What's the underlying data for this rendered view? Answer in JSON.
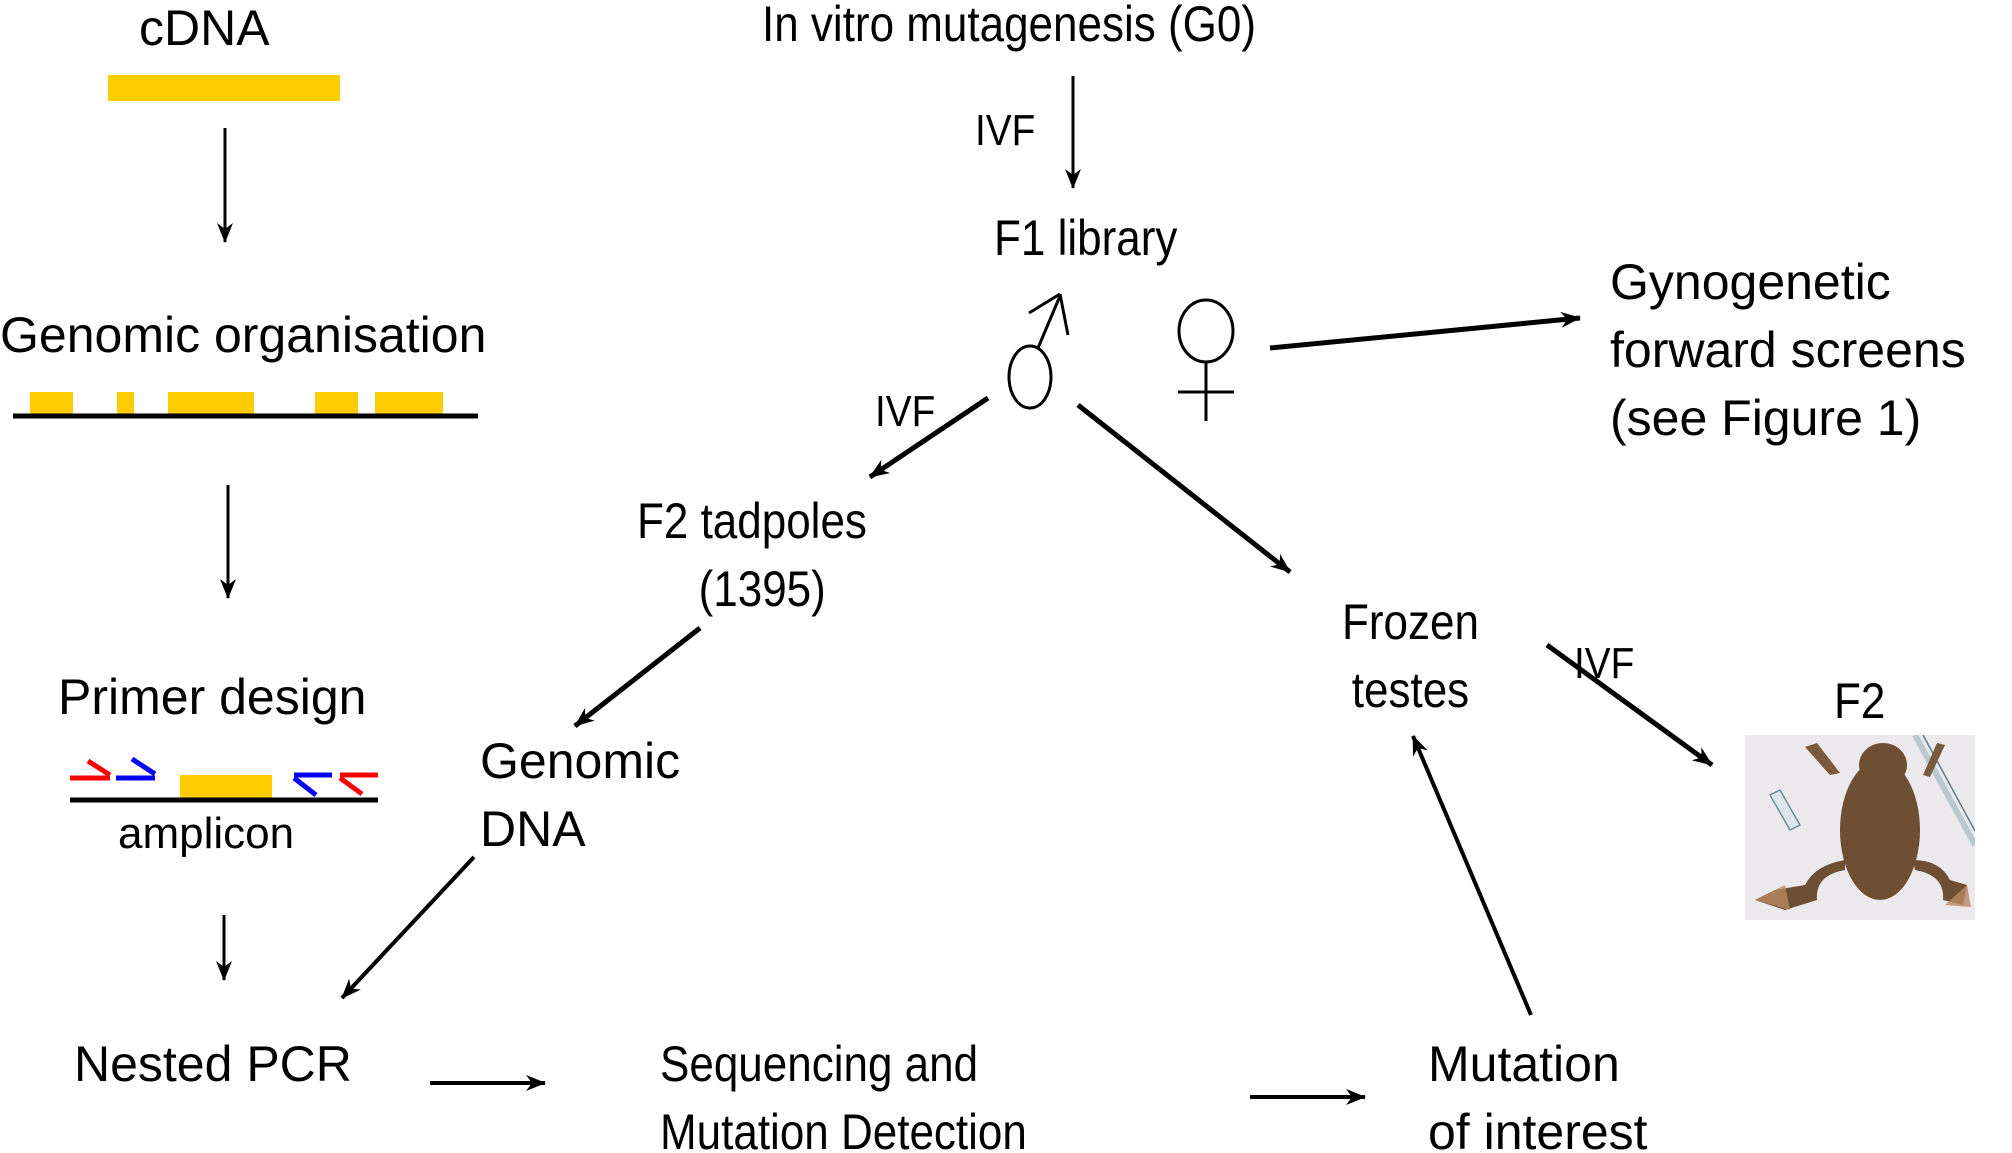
{
  "diagram": {
    "left_pipeline": {
      "cdna": "cDNA",
      "genomic_organisation": "Genomic organisation",
      "primer_design": "Primer design",
      "amplicon": "amplicon",
      "nested_pcr": "Nested PCR"
    },
    "center": {
      "mutagenesis": "In vitro mutagenesis (G0)",
      "ivf_top": "IVF",
      "f1_library": "F1 library",
      "male_symbol": "♂",
      "female_symbol": "♀",
      "ivf_left": "IVF",
      "f2_tadpoles_line1": "F2 tadpoles",
      "f2_tadpoles_line2": "(1395)",
      "genomic_dna_line1": "Genomic",
      "genomic_dna_line2": "DNA"
    },
    "right": {
      "gyno_line1": "Gynogenetic",
      "gyno_line2": "forward screens",
      "gyno_line3": "(see Figure 1)",
      "frozen_line1": "Frozen",
      "frozen_line2": "testes",
      "ivf_right": "IVF",
      "f2": "F2"
    },
    "bottom": {
      "sequencing_line1": "Sequencing and",
      "sequencing_line2": "Mutation Detection",
      "mutation_line1": "Mutation",
      "mutation_line2": "of interest"
    },
    "colors": {
      "exon": "#FFCC00",
      "outer_primer": "#FF0000",
      "inner_primer": "#0000FF",
      "line": "#000000"
    }
  }
}
